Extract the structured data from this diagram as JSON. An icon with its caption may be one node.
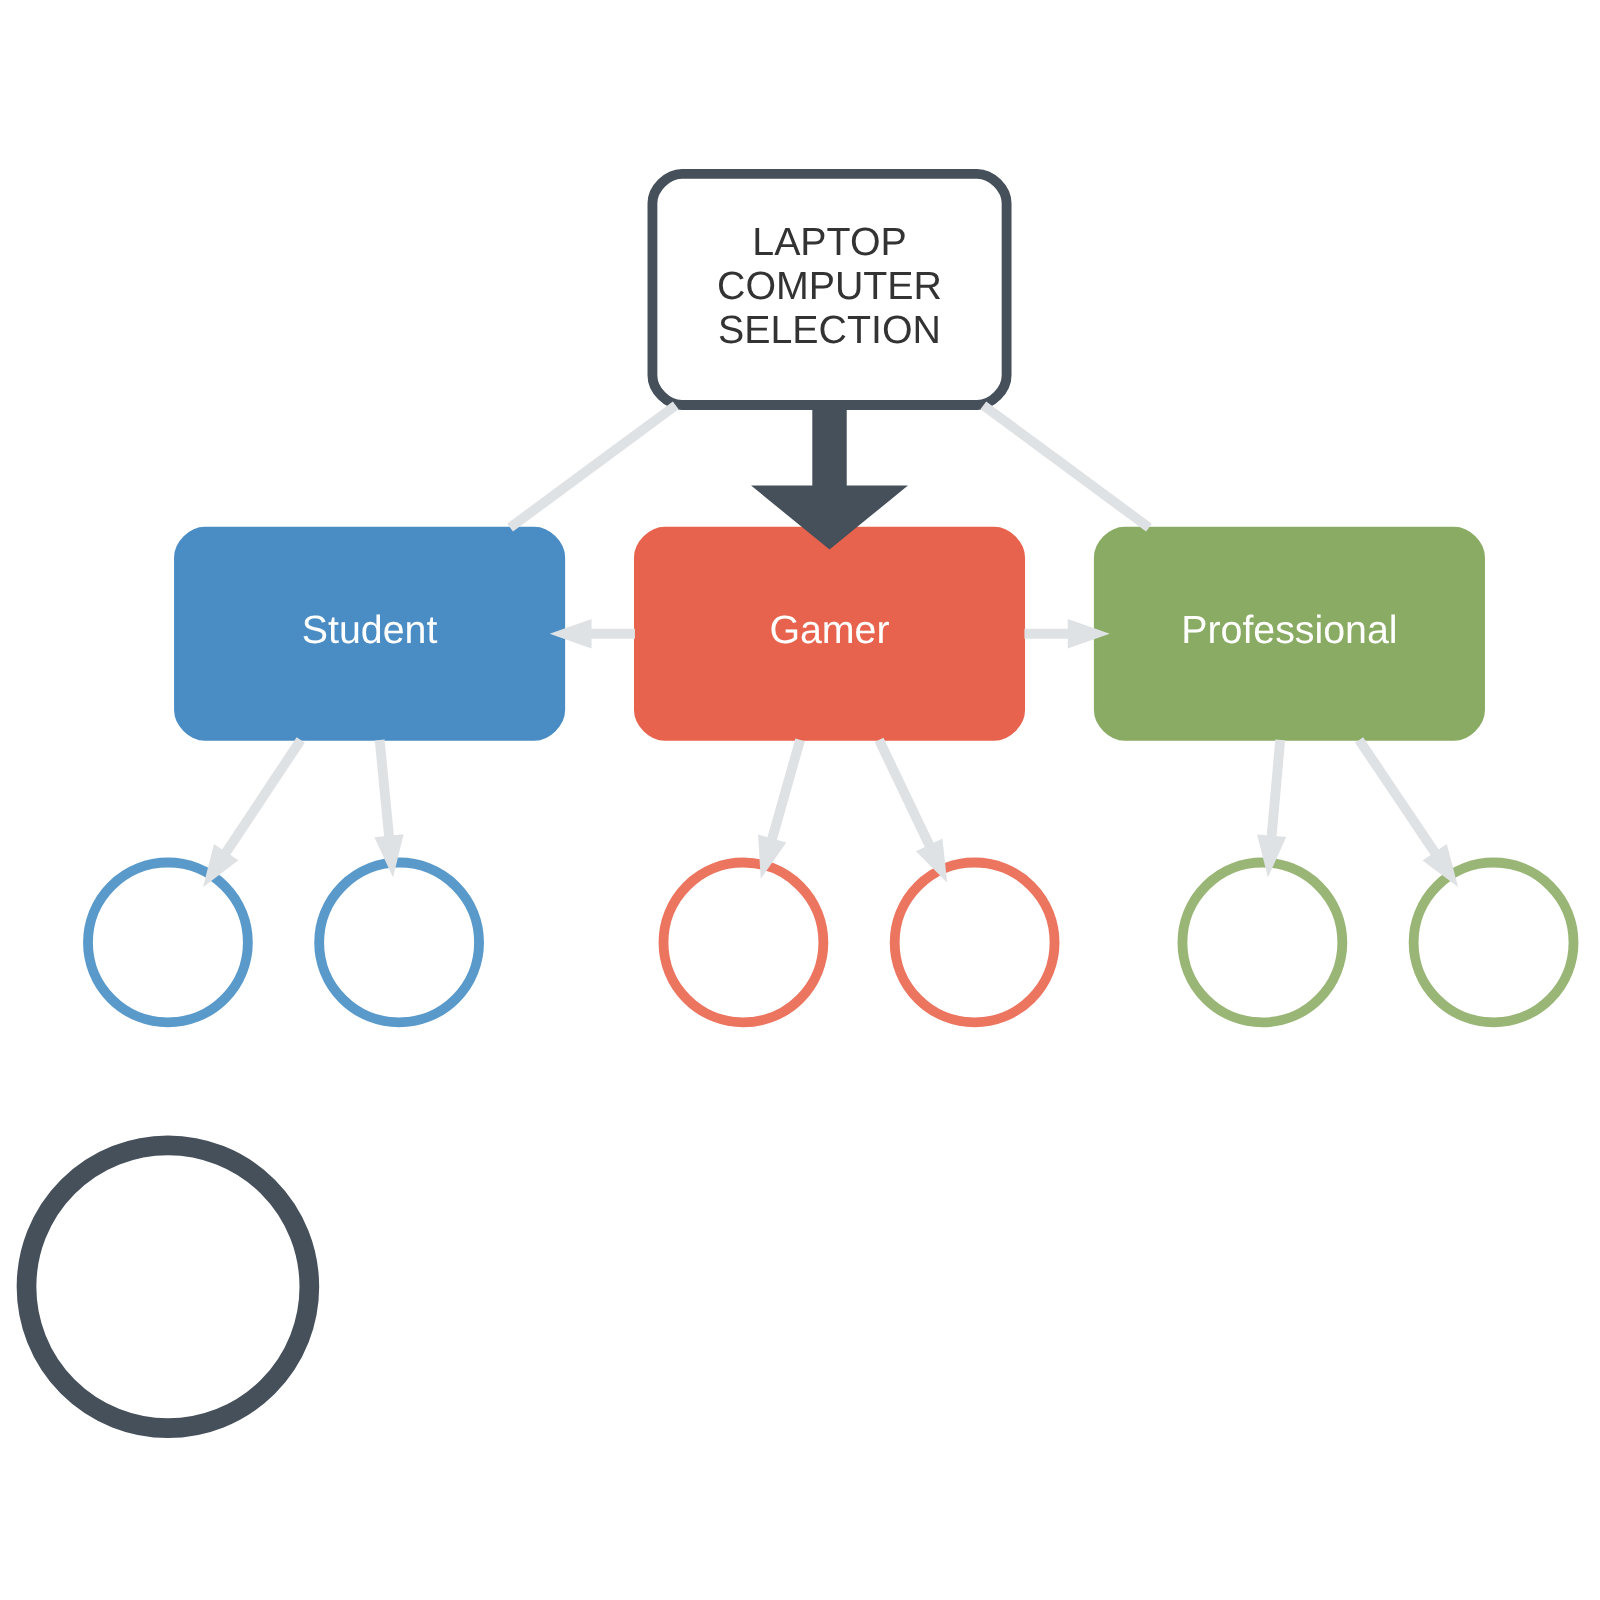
{
  "diagram": {
    "nodes": [
      {
        "text": [
          "LAPTOP COMPUTER SELECTION"
        ]
      },
      {
        "text": [
          "Student"
        ]
      },
      {
        "text": [
          "Gamer"
        ]
      },
      {
        "text": [
          "Professional"
        ]
      },
      {
        "text": [],
        "shape": "circle"
      },
      {
        "text": [],
        "shape": "circle"
      },
      {
        "text": [],
        "shape": "circle"
      },
      {
        "text": [],
        "shape": "circle"
      },
      {
        "text": [],
        "shape": "circle"
      },
      {
        "text": [],
        "shape": "circle"
      },
      {
        "text": [],
        "shape": "circle"
      }
    ],
    "edges": [
      {
        "from": 0,
        "to": 2,
        "arrow": "to",
        "style": "thick",
        "color": "#46505a"
      },
      {
        "from": 0,
        "to": 1,
        "arrow": "none"
      },
      {
        "from": 0,
        "to": 3,
        "arrow": "none"
      },
      {
        "from": 2,
        "to": 1,
        "arrow": "to"
      },
      {
        "from": 2,
        "to": 3,
        "arrow": "to"
      },
      {
        "from": 1,
        "to": 4,
        "arrow": "to"
      },
      {
        "from": 1,
        "to": 5,
        "arrow": "to"
      },
      {
        "from": 2,
        "to": 6,
        "arrow": "to"
      },
      {
        "from": 2,
        "to": 7,
        "arrow": "to"
      },
      {
        "from": 3,
        "to": 8,
        "arrow": "to"
      },
      {
        "from": 3,
        "to": 9,
        "arrow": "to"
      }
    ]
  }
}
